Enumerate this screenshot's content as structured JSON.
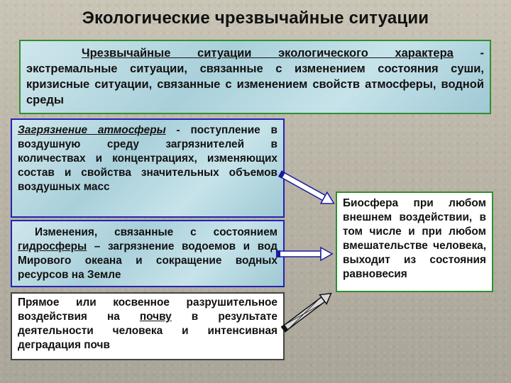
{
  "slide": {
    "title": "Экологические чрезвычайные ситуации"
  },
  "definition": {
    "term": "Чрезвычайные ситуации экологического характера",
    "text": " - экстремальные ситуации, связанные с изменением состояния суши, кризисные ситуации, связанные с изменением свойств атмосферы, водной среды"
  },
  "atmosphere_box": {
    "term": "Загрязнение атмосферы",
    "text": " - поступление в воздушную среду загрязнителей в количествах и концентрациях, изменяющих состав и свойства значительных объемов воздушных масс"
  },
  "hydrosphere_box": {
    "text_before": "Изменения, связанные с состоянием ",
    "term": "гидросферы",
    "text_after": " – загрязнение водоемов и вод Мирового океана и сокращение водных ресурсов на Земле"
  },
  "soil_box": {
    "text_before": "Прямое или косвенное разрушительное воздействия на ",
    "term": "почву",
    "text_after": " в результате деятельности человека и интенсивная деградация почв"
  },
  "biosphere_box": {
    "text": "Биосфера при любом внешнем воздействии, в том числе и при любом вмешательстве человека, выходит из состояния равновесия"
  },
  "colors": {
    "box_fill": "#b5d8e1",
    "blue_border": "#2323b5",
    "green_border": "#2f8f2f",
    "arrow_fill": "#ffffff",
    "arrow_stroke": "#1a1aa0"
  }
}
